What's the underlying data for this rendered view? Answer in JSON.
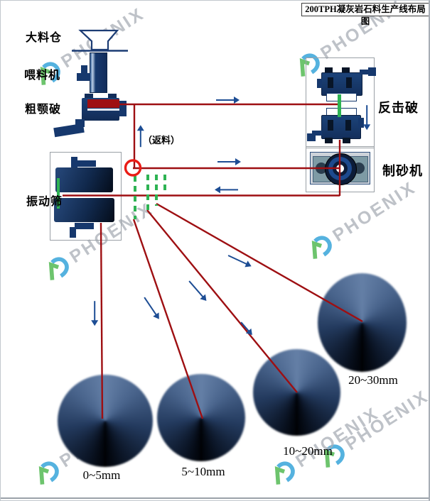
{
  "title": "200TPH凝灰岩石料生产线布局图",
  "watermark_text": "PHOENIX",
  "equipment": {
    "silo": "大料仓",
    "feeder": "喂料机",
    "jaw_crusher": "粗颚破",
    "vibrating_screen": "振动筛",
    "return_note": "（返料）",
    "impact_crusher": "反击破",
    "sand_maker": "制砂机"
  },
  "products": [
    {
      "label": "0~5mm"
    },
    {
      "label": "5~10mm"
    },
    {
      "label": "10~20mm"
    },
    {
      "label": "20~30mm"
    }
  ],
  "colors": {
    "line_red": "#9e0f12",
    "marker_red": "#ea1c16",
    "dash_green": "#2eb353",
    "arrow_blue": "#1d4d94",
    "machine_navy": "#16386d",
    "pile_blue": "#49648c",
    "logo_green": "#49b649",
    "logo_blue": "#2b9fd8"
  }
}
